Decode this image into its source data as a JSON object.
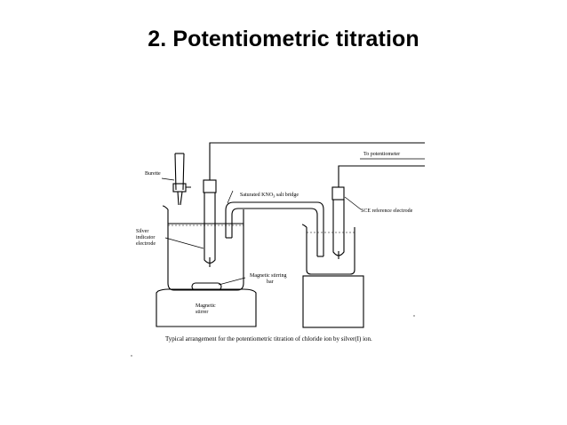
{
  "slide": {
    "title": "2. Potentiometric titration"
  },
  "diagram": {
    "labels": {
      "burette": "Burette",
      "to_potentiometer": "To potentiometer",
      "salt_bridge_pre": "Saturated KNO",
      "salt_bridge_sub": "3",
      "salt_bridge_post": " salt bridge",
      "sce": "SCE reference electrode",
      "silver_1": "Silver",
      "silver_2": "indicator",
      "silver_3": "electrode",
      "stir_bar_1": "Magnetic stirring",
      "stir_bar_2": "bar",
      "stirrer_1": "Magnetic",
      "stirrer_2": "stirrer",
      "caption": "Typical arrangement for the potentiometric titration of chloride ion by silver(I) ion."
    }
  }
}
